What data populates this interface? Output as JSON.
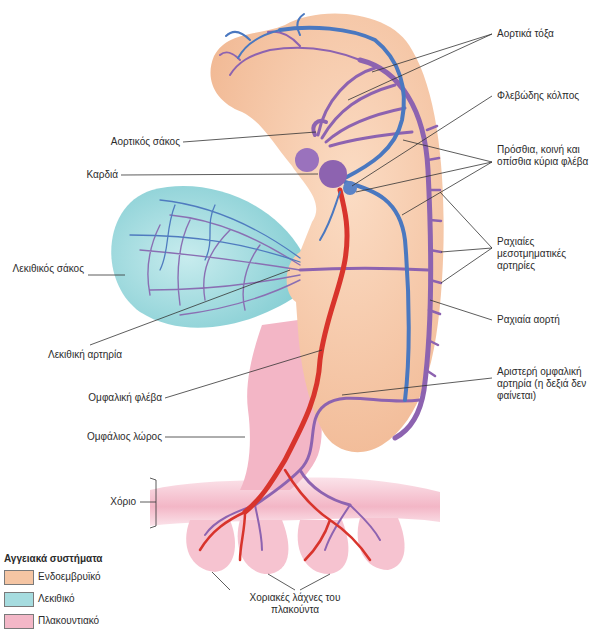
{
  "diagram": {
    "labels": [
      "Αορτικά τόξα",
      "Φλεβώδης κόλπος",
      "Αορτικός σάκος",
      "Πρόσθια, κοινή και οπίσθια κύρια φλέβα",
      "Καρδιά",
      "Ραχιαίες μεσοτμηματικές αρτηρίες",
      "Λεκιθικός σάκος",
      "Ραχιαία αορτή",
      "Λεκιθική αρτηρία",
      "Αριστερή ομφαλική αρτηρία (η δεξιά δεν φαίνεται)",
      "Ομφαλική φλέβα",
      "Ομφάλιος λώρος",
      "Χόριο",
      "Αγγειακά συστήματα",
      "Χοριακές λάχνες του πλακούντα"
    ],
    "legend": [
      {
        "text": "Ενδοεμβρυϊκό",
        "color": "#f5c5a3"
      },
      {
        "text": "Λεκιθικό",
        "color": "#a6dcdf"
      },
      {
        "text": "Πλακουντιακό",
        "color": "#f3b7c7"
      }
    ]
  }
}
